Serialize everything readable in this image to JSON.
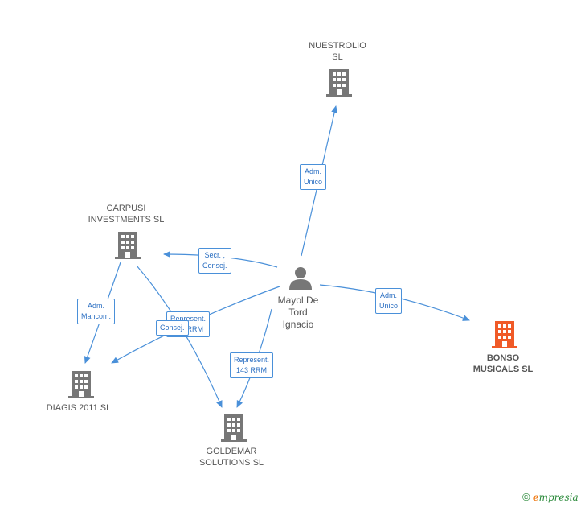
{
  "colors": {
    "company": "#777777",
    "company_highlight": "#f05a28",
    "person": "#777777",
    "edge": "#4a90d9",
    "label_text": "#2b6fc2"
  },
  "nodes": {
    "nuestrolio": {
      "label": "NUESTROLIO\nSL",
      "icon": "building-icon"
    },
    "carpusi": {
      "label": "CARPUSI\nINVESTMENTS SL",
      "icon": "building-icon"
    },
    "person": {
      "label": "Mayol De\nTord\nIgnacio",
      "icon": "person-icon"
    },
    "bonso": {
      "label": "BONSO\nMUSICALS SL",
      "icon": "building-icon"
    },
    "diagis": {
      "label": "DIAGIS 2011 SL",
      "icon": "building-icon"
    },
    "goldemar": {
      "label": "GOLDEMAR\nSOLUTIONS SL",
      "icon": "building-icon"
    }
  },
  "edges": {
    "person_nuestrolio": "Adm.\nUnico",
    "person_carpusi": "Secr. ,\nConsej.",
    "person_bonso": "Adm.\nUnico",
    "carpusi_diagis": "Adm.\nMancom.",
    "person_diagis": "Represent.\n143 RRM",
    "carpusi_goldemar": "Consej.",
    "person_goldemar": "Represent.\n143 RRM"
  },
  "footer": {
    "copyright_symbol": "©",
    "brand_e": "e",
    "brand_rest": "mpresia"
  }
}
